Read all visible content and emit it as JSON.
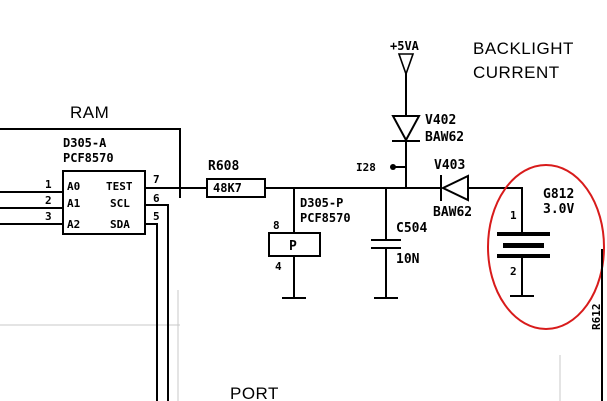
{
  "headings": {
    "ram": "RAM",
    "port": "PORT",
    "backlight_line1": "BACKLIGHT",
    "backlight_line2": "CURRENT"
  },
  "supply": {
    "label": "+5VA"
  },
  "ic_a": {
    "ref": "D305-A",
    "part": "PCF8570",
    "pins": [
      {
        "num": "1",
        "name": "A0"
      },
      {
        "num": "2",
        "name": "A1"
      },
      {
        "num": "3",
        "name": "A2"
      },
      {
        "num": "7",
        "name": "TEST"
      },
      {
        "num": "6",
        "name": "SCL"
      },
      {
        "num": "5",
        "name": "SDA"
      }
    ]
  },
  "resistor": {
    "ref": "R608",
    "value": "48K7"
  },
  "ic_p": {
    "ref": "D305-P",
    "part": "PCF8570",
    "symbol": "P",
    "pin_top": "8",
    "pin_bottom": "4"
  },
  "diode_v402": {
    "ref": "V402",
    "part": "BAW62"
  },
  "diode_v403": {
    "ref": "V403",
    "part": "BAW62"
  },
  "testpoint": {
    "label": "I28"
  },
  "capacitor": {
    "ref": "C504",
    "value": "10N"
  },
  "battery": {
    "ref": "G812",
    "value": "3.0V",
    "pin_pos": "1",
    "pin_neg": "2"
  },
  "edge_label": {
    "ref": "R612"
  },
  "highlight": {
    "color": "#d81b1b"
  }
}
